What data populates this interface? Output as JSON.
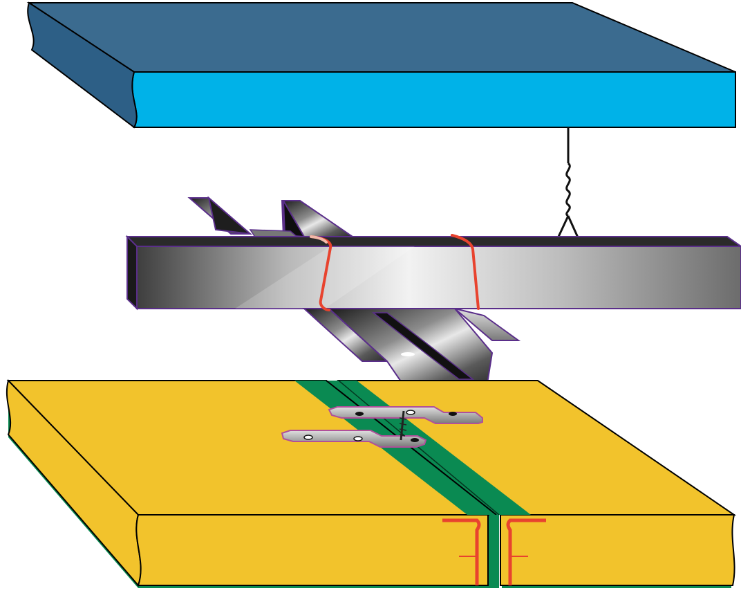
{
  "diagram": {
    "parts": [
      {
        "id": "concrete-slab",
        "kind": "structural slab",
        "top_color": "#3b6b8f",
        "front_color": "#00b2e8"
      },
      {
        "id": "hanger-wire",
        "kind": "twisted tie wire",
        "color": "#111111"
      },
      {
        "id": "primary-channel",
        "kind": "metal channel",
        "color": "#9a9a9a",
        "outline": "#5a2e8a"
      },
      {
        "id": "furring-channel",
        "kind": "metal furring channel",
        "color": "#9a9a9a",
        "outline": "#5a2e8a"
      },
      {
        "id": "tie-wire-clips",
        "kind": "wire ties",
        "color": "#e8432e"
      },
      {
        "id": "board-panels",
        "kind": "ceiling boards",
        "top_color": "#f2c32c",
        "edge_color": "#0a8a52"
      },
      {
        "id": "joint-strip",
        "kind": "joint strip",
        "color": "#0a8a52"
      },
      {
        "id": "connector-plates",
        "kind": "flat metal plates",
        "count": 2,
        "color": "#c0c0c0",
        "outline": "#b0509a"
      },
      {
        "id": "screw",
        "kind": "self-tapping screw",
        "color": "#222222"
      },
      {
        "id": "edge-profile",
        "kind": "joint edge profile",
        "color": "#e8432e"
      }
    ]
  }
}
